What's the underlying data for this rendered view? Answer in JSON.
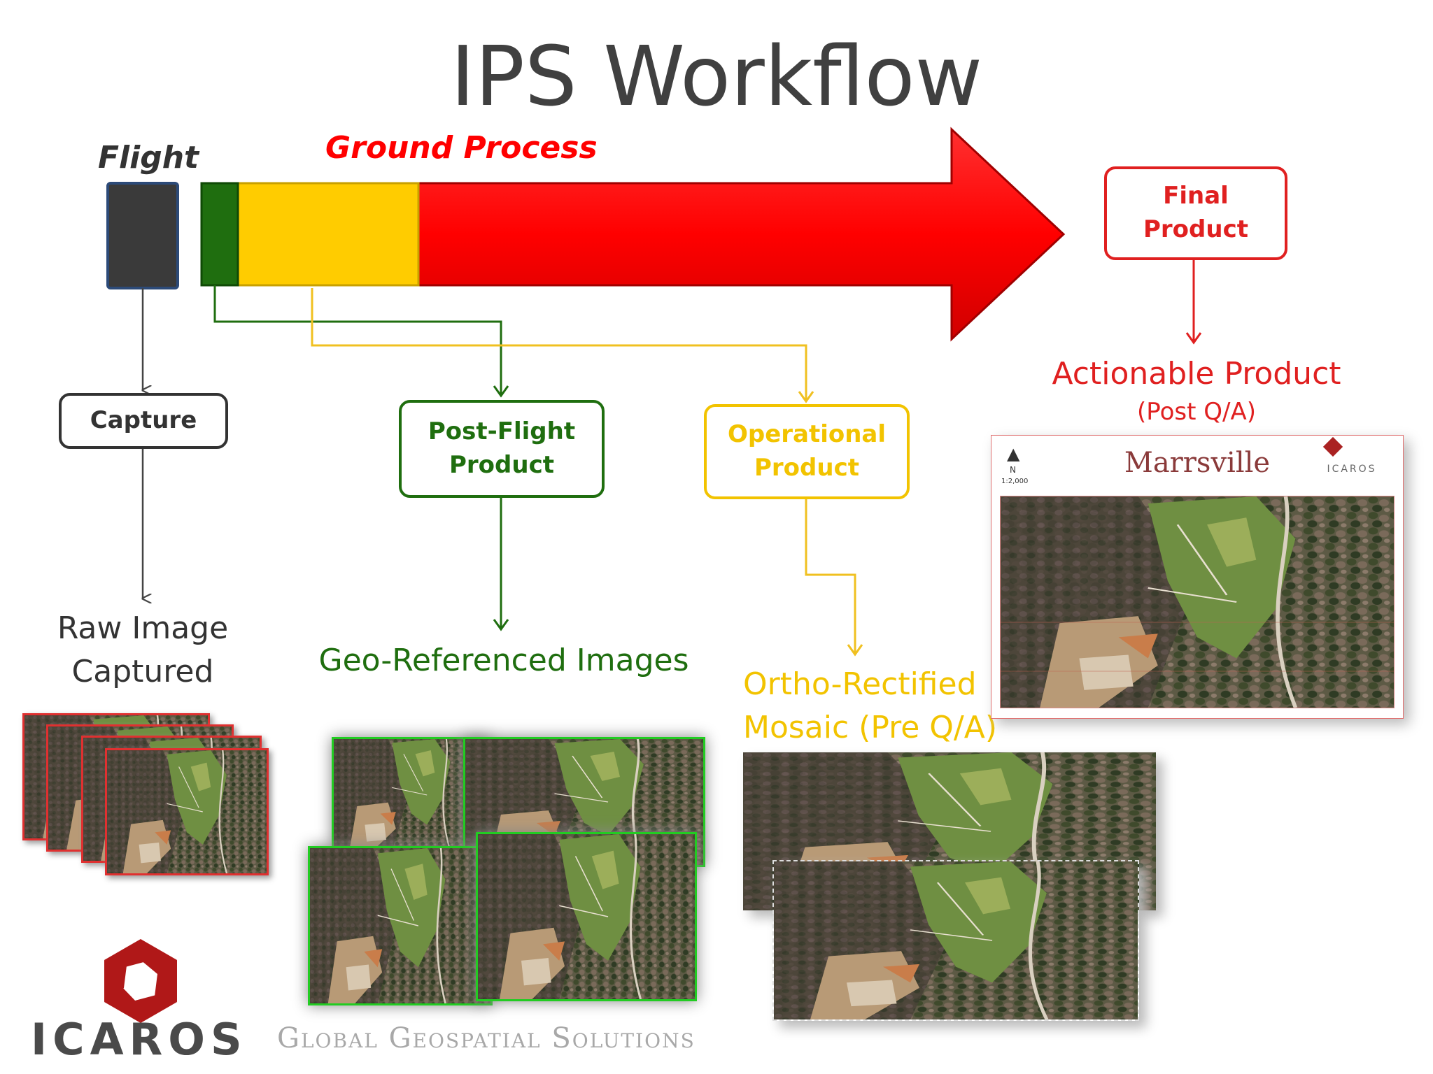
{
  "title": "IPS Workflow",
  "stages": {
    "flight": "Flight",
    "ground_process": "Ground Process"
  },
  "boxes": {
    "capture": "Capture",
    "post_flight_line1": "Post-Flight",
    "post_flight_line2": "Product",
    "operational_line1": "Operational",
    "operational_line2": "Product",
    "final_line1": "Final",
    "final_line2": "Product"
  },
  "outputs": {
    "raw_line1": "Raw Image",
    "raw_line2": "Captured",
    "geo": "Geo-Referenced Images",
    "ortho_line1": "Ortho-Rectified",
    "ortho_line2": "Mosaic (Pre Q/A)",
    "actionable": "Actionable Product",
    "actionable_sub": "(Post Q/A)"
  },
  "map": {
    "title": "Marrsville",
    "brand": "ICAROS",
    "north": "N",
    "scale": "1:2,000"
  },
  "footer": {
    "brand": "ICAROS",
    "tagline": "Global Geospatial Solutions"
  },
  "colors": {
    "flight": "#3a3a3a",
    "green": "#1f6e0f",
    "yellow": "#ffcc00",
    "red": "#ff0000",
    "title": "#404040"
  }
}
